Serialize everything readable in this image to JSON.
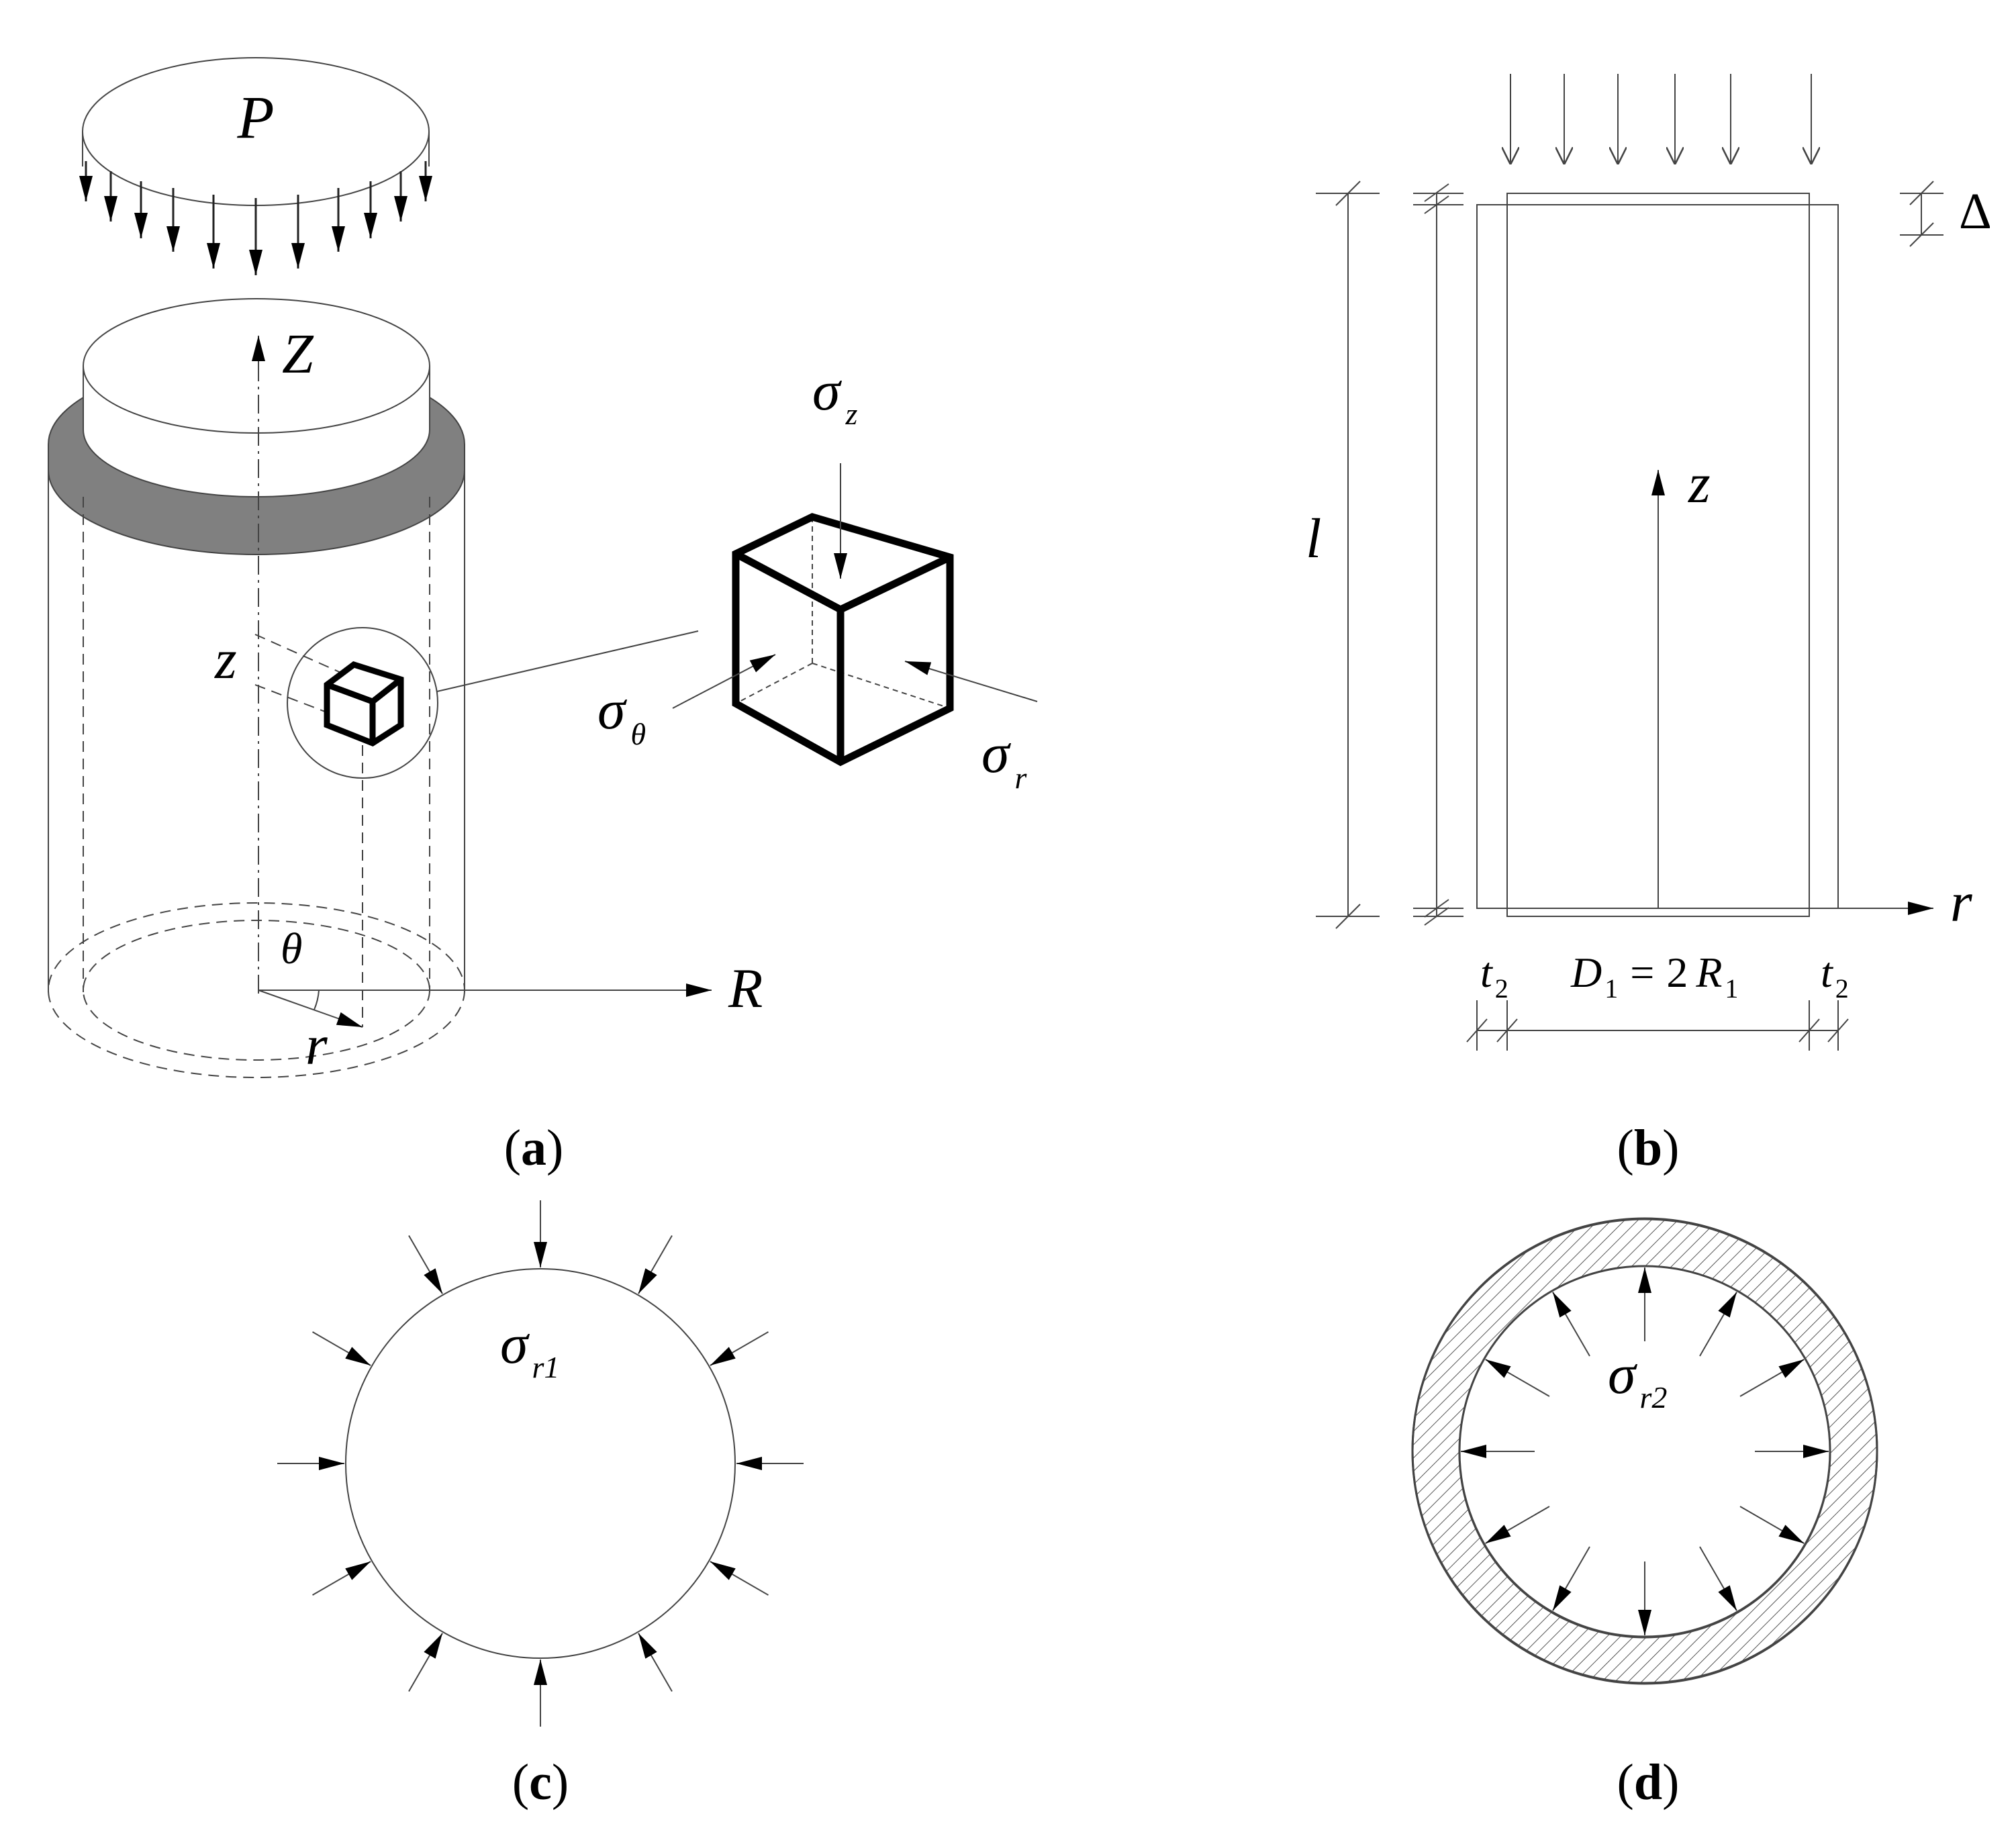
{
  "panels": {
    "a": {
      "caption_open": "(",
      "caption_letter": "a",
      "caption_close": ")",
      "load_label": "P",
      "axis_z_label": "Z",
      "depth_label": "z",
      "theta_label": "θ",
      "r_label": "r",
      "axis_r_label": "R",
      "sigma_z": {
        "base": "σ",
        "sub": "z"
      },
      "sigma_theta": {
        "base": "σ",
        "sub": "θ"
      },
      "sigma_r": {
        "base": "σ",
        "sub": "r"
      }
    },
    "b": {
      "caption_open": "(",
      "caption_letter": "b",
      "caption_close": ")",
      "l_label": "l",
      "delta_label": "Δ",
      "z_label": "z",
      "r_label": "r",
      "t2_left": {
        "base": "t",
        "sub": "2"
      },
      "t2_right": {
        "base": "t",
        "sub": "2"
      },
      "diameter": {
        "d": "D",
        "d_sub": "1",
        "eq": "=",
        "two": "2",
        "r": "R",
        "r_sub": "1"
      }
    },
    "c": {
      "caption_open": "(",
      "caption_letter": "c",
      "caption_close": ")",
      "sigma_r1": {
        "base": "σ",
        "sub": "r1"
      }
    },
    "d": {
      "caption_open": "(",
      "caption_letter": "d",
      "caption_close": ")",
      "sigma_r2": {
        "base": "σ",
        "sub": "r2"
      }
    }
  },
  "colors": {
    "line": "#444444",
    "thick_line": "#000000",
    "ring_band": "#808080",
    "hatch": "#555555"
  }
}
